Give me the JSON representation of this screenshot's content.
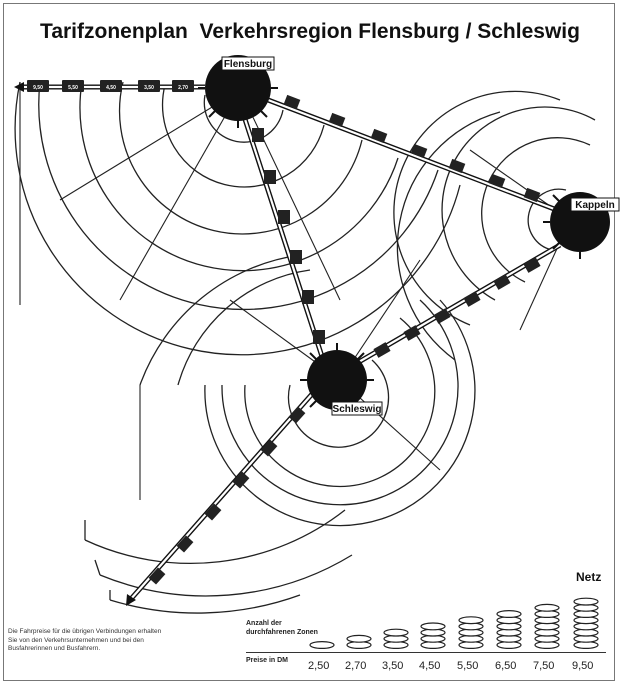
{
  "title": "Tarifzonenplan  Verkehrsregion Flensburg / Schleswig",
  "hubs": {
    "flensburg": "Flensburg",
    "kappeln": "Kappeln",
    "schleswig": "Schleswig"
  },
  "west_rail_prices": [
    "9,50",
    "5,50",
    "4,50",
    "3,50",
    "2,70"
  ],
  "footnote": "Die Fahrpreise für die übrigen Verbindungen erhalten Sie von den Verkehrsunternehmen und bei den Busfahrerinnen und Busfahrern.",
  "legend": {
    "netz_label": "Netz",
    "zones_label": "Anzahl der durchfahrenen Zonen",
    "price_label": "Preise in DM",
    "prices": [
      "2,50",
      "2,70",
      "3,50",
      "4,50",
      "5,50",
      "6,50",
      "7,50",
      "9,50"
    ],
    "zone_counts": [
      1,
      2,
      3,
      4,
      5,
      6,
      7,
      8
    ]
  }
}
